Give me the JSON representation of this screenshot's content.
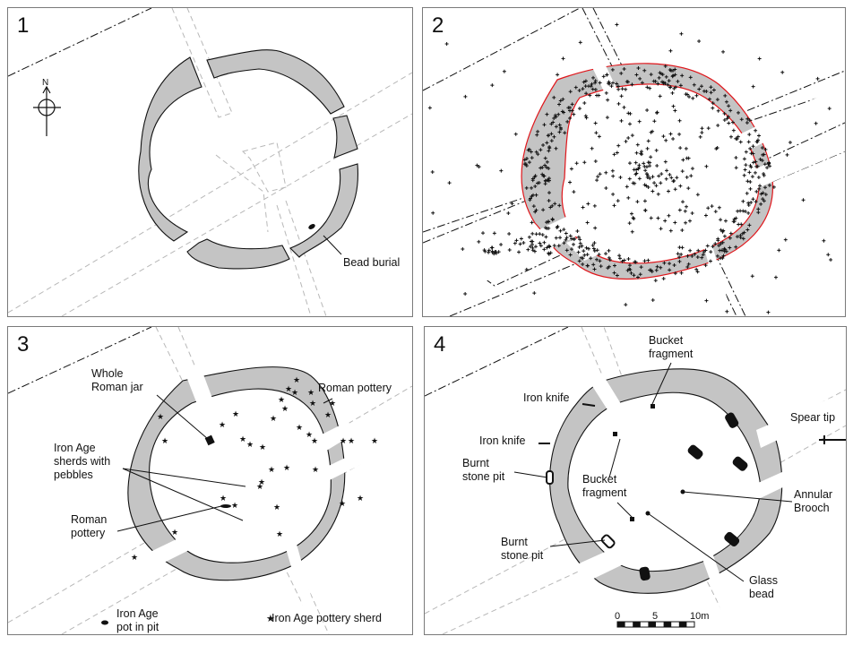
{
  "figure": {
    "colors": {
      "ditch_fill": "#c4c4c4",
      "outline": "#111111",
      "trench_line": "#b8b8b8",
      "ditch_edge_red": "#e0161b",
      "panel_border": "#7a7a7a"
    },
    "panels": [
      {
        "number": "1",
        "north_label": "N",
        "labels": {
          "bead_burial": "Bead burial"
        }
      },
      {
        "number": "2",
        "scatter_marker": "cross"
      },
      {
        "number": "3",
        "labels": {
          "whole_roman_jar": [
            "Whole",
            "Roman jar"
          ],
          "roman_pottery_top": "Roman pottery",
          "iron_age_sherds": [
            "Iron Age",
            "sherds with",
            "pebbles"
          ],
          "roman_pottery_left": [
            "Roman",
            "pottery"
          ]
        },
        "legend": [
          {
            "symbol": "black-ellipse",
            "label": [
              "Iron Age",
              "pot in pit"
            ]
          },
          {
            "symbol": "star",
            "label": "Iron Age pottery sherd"
          }
        ]
      },
      {
        "number": "4",
        "labels": {
          "bucket_fragment_top": [
            "Bucket",
            "fragment"
          ],
          "iron_knife_1": "Iron knife",
          "iron_knife_2": "Iron knife",
          "burnt_stone_pit_1": [
            "Burnt",
            "stone pit"
          ],
          "bucket_fragment_mid": [
            "Bucket",
            "fragment"
          ],
          "burnt_stone_pit_2": [
            "Burnt",
            "stone pit"
          ],
          "spear_tip": "Spear tip",
          "annular_brooch": [
            "Annular",
            "Brooch"
          ],
          "glass_bead": [
            "Glass",
            "bead"
          ]
        },
        "scale_bar": {
          "ticks": [
            "0",
            "5",
            "10m"
          ],
          "length_m": 10,
          "segments": 10
        }
      }
    ]
  }
}
